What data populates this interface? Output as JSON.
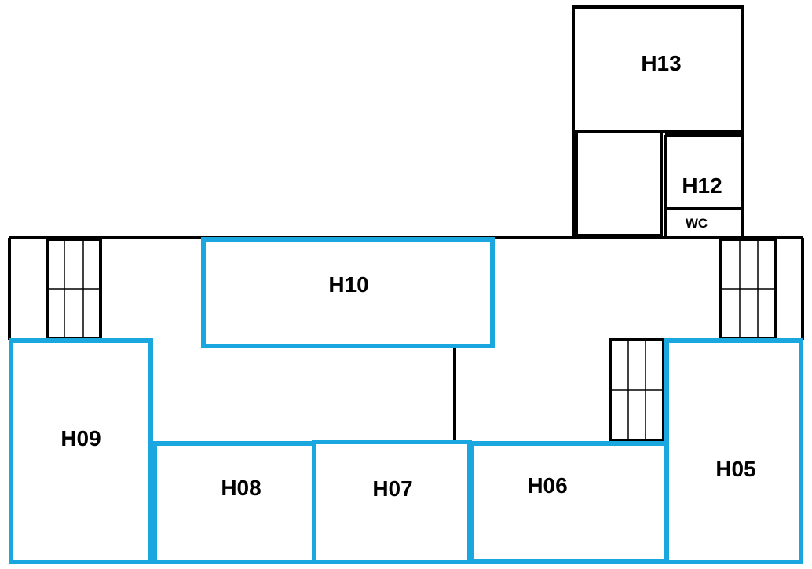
{
  "colors": {
    "wall": "#000000",
    "highlighted_room_outline": "#1aa7e0",
    "background": "#ffffff"
  },
  "rooms": {
    "h13": {
      "label": "H13",
      "highlighted": false
    },
    "h12": {
      "label": "H12",
      "highlighted": false
    },
    "wc": {
      "label": "WC",
      "highlighted": false
    },
    "h10": {
      "label": "H10",
      "highlighted": true
    },
    "h09": {
      "label": "H09",
      "highlighted": true
    },
    "h08": {
      "label": "H08",
      "highlighted": true
    },
    "h07": {
      "label": "H07",
      "highlighted": true
    },
    "h06": {
      "label": "H06",
      "highlighted": true
    },
    "h05": {
      "label": "H05",
      "highlighted": true
    }
  },
  "staircases": [
    {
      "name": "stair-west"
    },
    {
      "name": "stair-east"
    },
    {
      "name": "stair-center-east"
    }
  ]
}
